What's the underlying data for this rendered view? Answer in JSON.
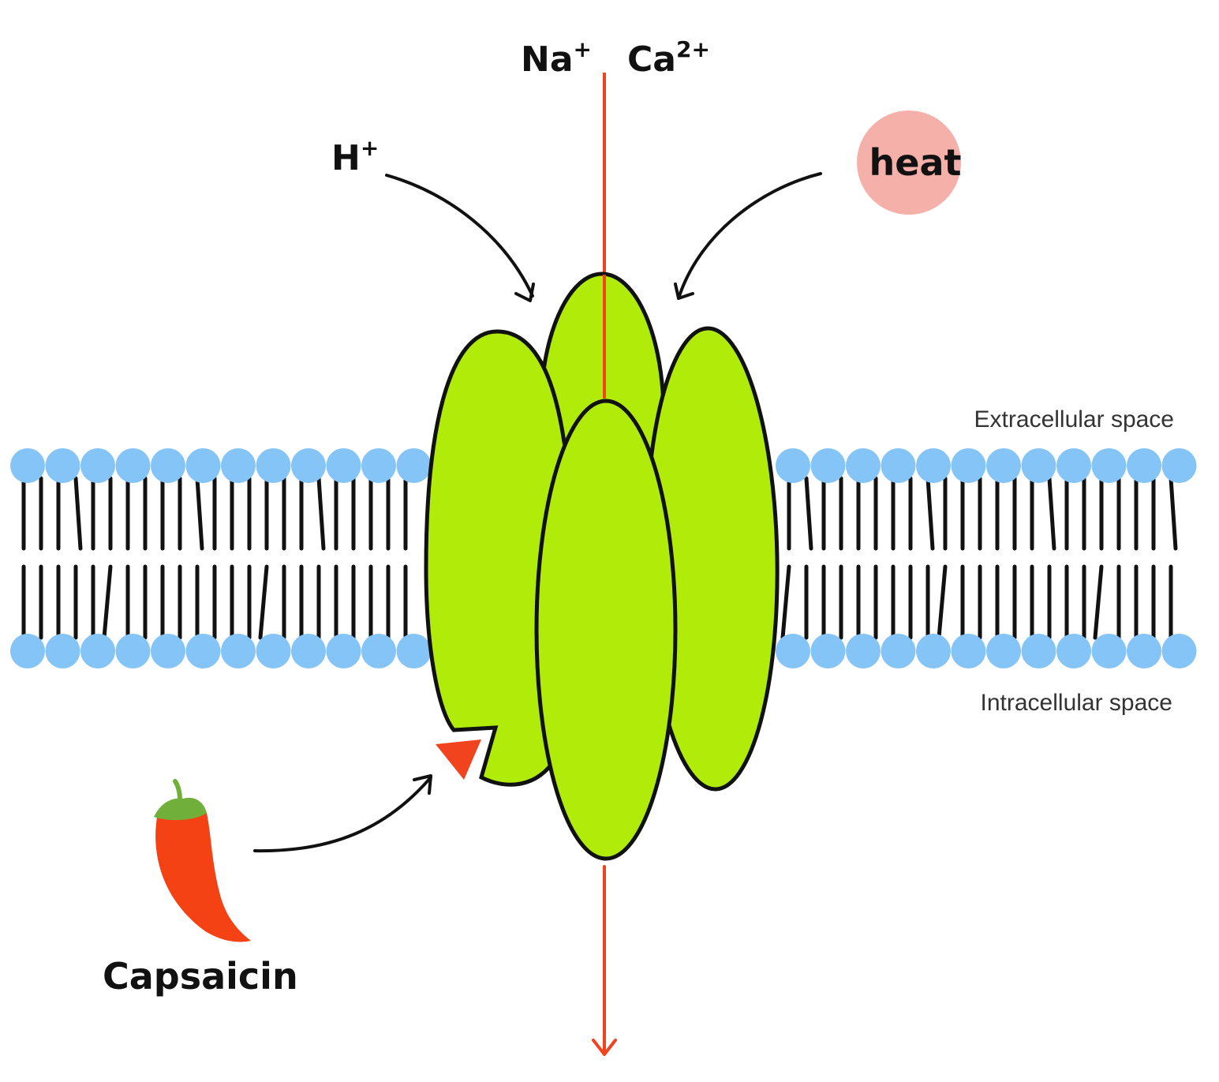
{
  "labels": {
    "sodium": "Na",
    "sodium_charge": "+",
    "calcium": "Ca",
    "calcium_charge": "2+",
    "proton": "H",
    "proton_charge": "+",
    "heat": "heat",
    "capsaicin": "Capsaicin",
    "extracellular": "Extracellular space",
    "intracellular": "Intracellular space"
  },
  "colors": {
    "head": "#85C4F7",
    "protein": "#B0EB0A",
    "flux": "#F2431F",
    "heat_badge": "#F5B0AA",
    "pepper_body": "#F54214",
    "pepper_stem": "#6FAF3A",
    "outline": "#111111"
  },
  "icons": {
    "pepper": "chili-pepper-icon",
    "ligand": "capsaicin-ligand-triangle"
  }
}
